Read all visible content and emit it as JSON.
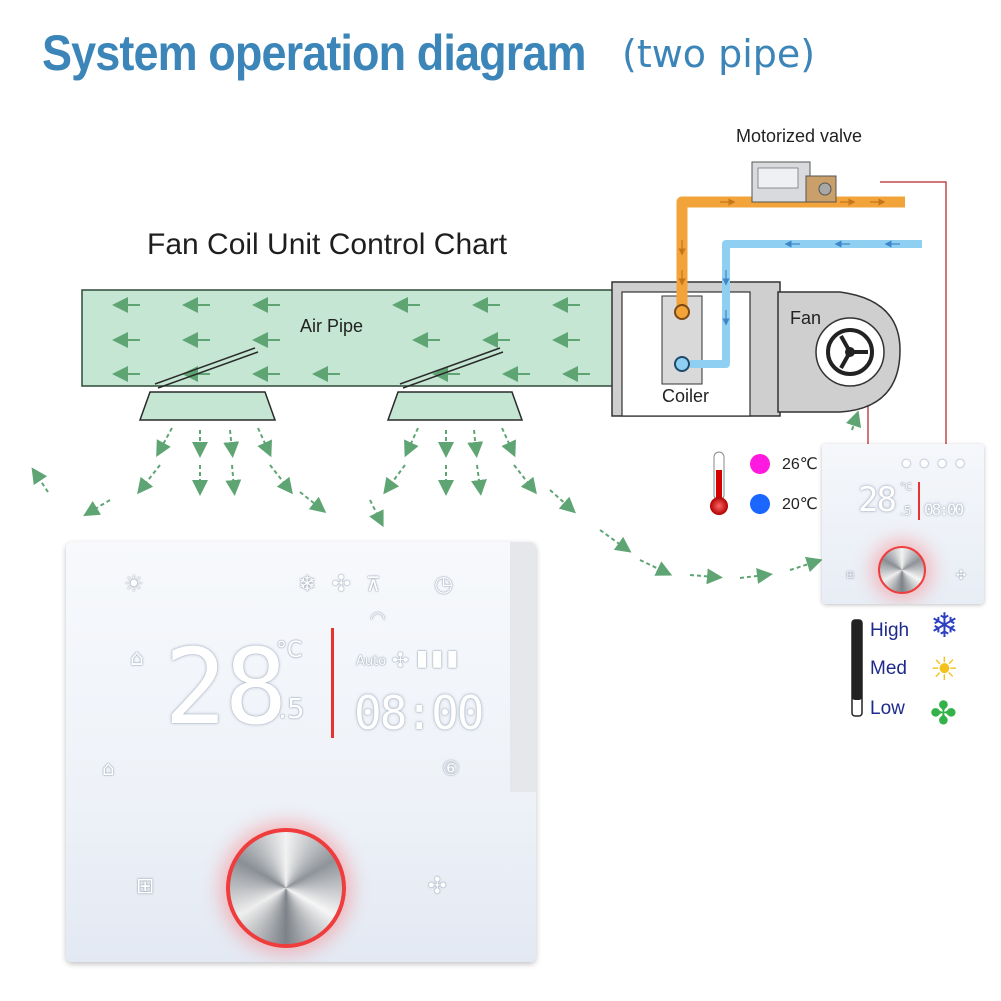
{
  "title": {
    "bold": "System operation diagram",
    "normal": "(two pipe)"
  },
  "labels": {
    "motorized_valve": "Motorized valve",
    "chart_title": "Fan Coil Unit Control Chart",
    "air_pipe": "Air Pipe",
    "fan": "Fan",
    "coiler": "Coiler"
  },
  "temps": {
    "hot": "26℃",
    "cold": "20℃",
    "hot_color": "#ff1adf",
    "cold_color": "#1a66ff"
  },
  "speeds": {
    "high": "High",
    "med": "Med",
    "low": "Low"
  },
  "thermostat": {
    "temp": "28",
    "unit": "°C",
    "decimal": ".5",
    "mode": "Auto",
    "time": "08:00",
    "accent": "#e8322f"
  },
  "thermostat_small": {
    "temp": "28",
    "unit": "°C",
    "decimal": ".5",
    "time": "08:00"
  },
  "colors": {
    "air_pipe": "#c4e6d3",
    "hot_pipe": "#f2a43a",
    "cold_pipe": "#8fd0f2",
    "arrow_green": "#5fa574",
    "title": "#3b85b9"
  }
}
